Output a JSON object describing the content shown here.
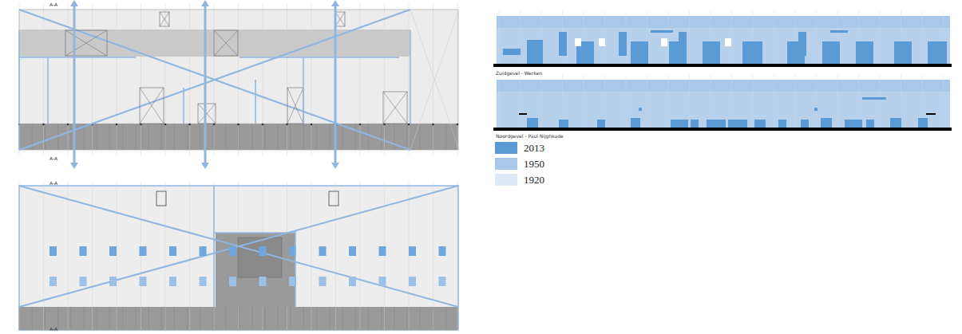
{
  "diagram": {
    "labels": [
      "A-A",
      "A-A",
      "A-A",
      "A-A",
      "Zuidgevel - Werken",
      "Noordgevel - Paul Nijghkade"
    ],
    "legend": [
      {
        "text": "2013",
        "color": "#5b9bd5"
      },
      {
        "text": "1950",
        "color": "#a9c7e8"
      },
      {
        "text": "1920",
        "color": "#dde8f4"
      }
    ]
  }
}
